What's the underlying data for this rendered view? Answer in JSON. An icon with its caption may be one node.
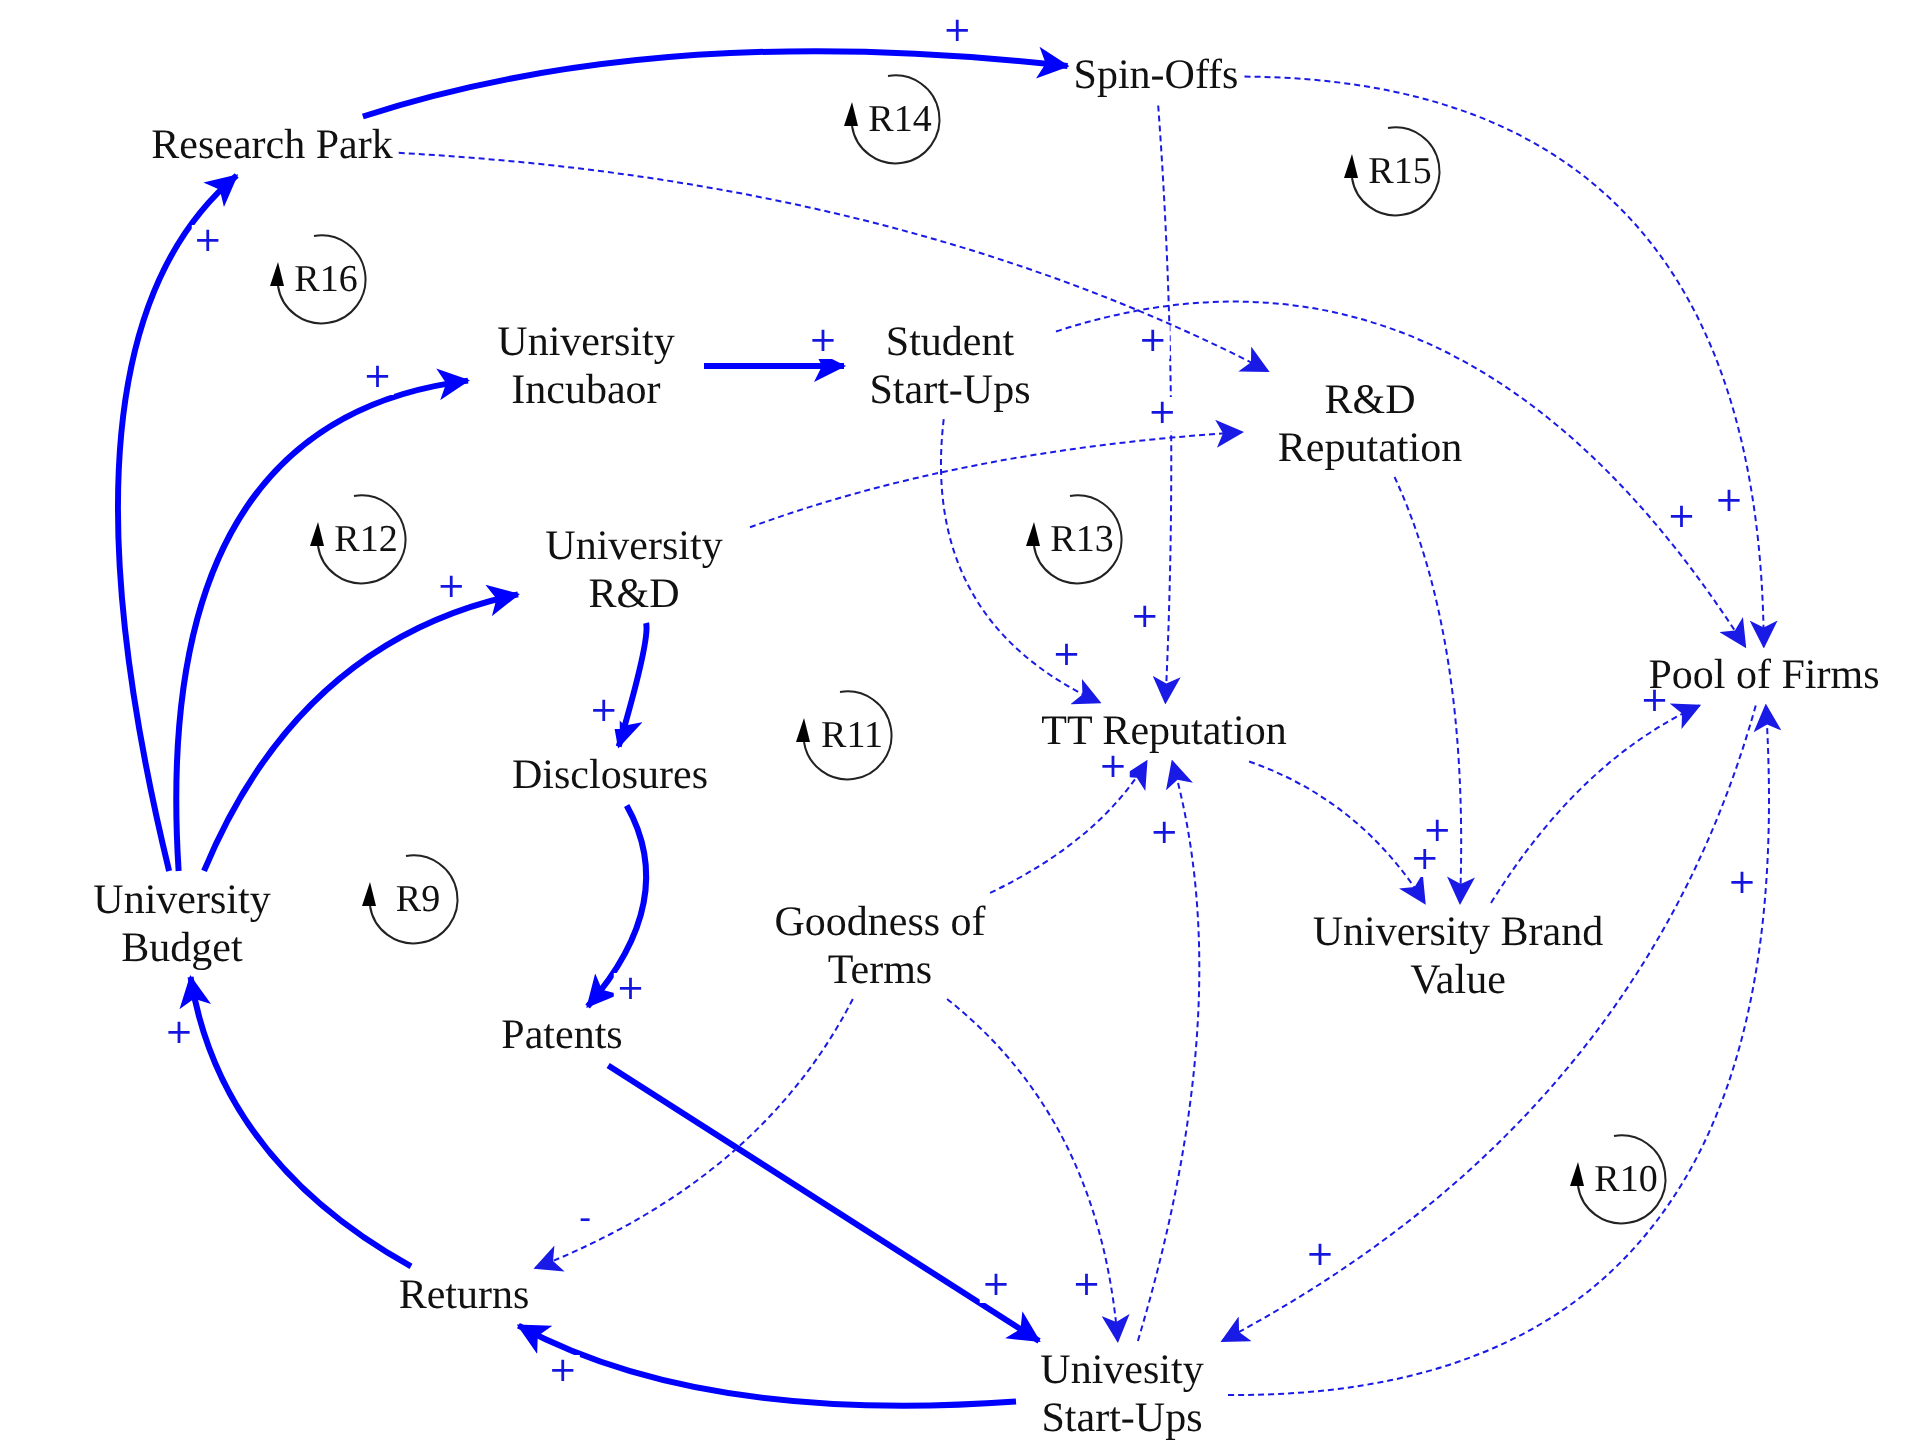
{
  "diagram": {
    "nodes": [
      {
        "text": [
          "Research Park"
        ]
      },
      {
        "text": [
          "Spin-Offs"
        ]
      },
      {
        "text": [
          "University Incubaor"
        ]
      },
      {
        "text": [
          "Student Start-Ups"
        ]
      },
      {
        "text": [
          "R&D Reputation"
        ]
      },
      {
        "text": [
          "University R&D"
        ]
      },
      {
        "text": [
          "Pool of Firms"
        ]
      },
      {
        "text": [
          "Disclosures"
        ]
      },
      {
        "text": [
          "TT Reputation"
        ]
      },
      {
        "text": [
          "University Budget"
        ]
      },
      {
        "text": [
          "Goodness of Terms"
        ]
      },
      {
        "text": [
          "University Brand Value"
        ]
      },
      {
        "text": [
          "Patents"
        ]
      },
      {
        "text": [
          "Returns"
        ]
      },
      {
        "text": [
          "Univesity Start-Ups"
        ]
      }
    ],
    "edges": [
      {
        "from": 0,
        "to": 1,
        "arrow": "to",
        "label": "+",
        "style": "thick"
      },
      {
        "from": 0,
        "to": 4,
        "arrow": "to",
        "label": "+",
        "style": "dashed"
      },
      {
        "from": 9,
        "to": 0,
        "arrow": "to",
        "label": "+",
        "style": "thick"
      },
      {
        "from": 9,
        "to": 2,
        "arrow": "to",
        "label": "+",
        "style": "thick"
      },
      {
        "from": 9,
        "to": 5,
        "arrow": "to",
        "label": "+",
        "style": "thick"
      },
      {
        "from": 2,
        "to": 3,
        "arrow": "to",
        "label": "+",
        "style": "thick"
      },
      {
        "from": 3,
        "to": 6,
        "arrow": "to",
        "label": "+",
        "style": "dashed"
      },
      {
        "from": 1,
        "to": 6,
        "arrow": "to",
        "label": "+",
        "style": "dashed"
      },
      {
        "from": 1,
        "to": 8,
        "arrow": "to",
        "label": "+",
        "style": "dashed"
      },
      {
        "from": 3,
        "to": 8,
        "arrow": "to",
        "label": "+",
        "style": "dashed"
      },
      {
        "from": 5,
        "to": 4,
        "arrow": "to",
        "label": "+",
        "style": "dashed"
      },
      {
        "from": 5,
        "to": 7,
        "arrow": "to",
        "label": "+",
        "style": "thick"
      },
      {
        "from": 7,
        "to": 12,
        "arrow": "to",
        "label": "+",
        "style": "thick"
      },
      {
        "from": 12,
        "to": 14,
        "arrow": "to",
        "label": "+",
        "style": "thick"
      },
      {
        "from": 14,
        "to": 13,
        "arrow": "to",
        "label": "+",
        "style": "thick"
      },
      {
        "from": 13,
        "to": 9,
        "arrow": "to",
        "label": "+",
        "style": "thick"
      },
      {
        "from": 10,
        "to": 13,
        "arrow": "to",
        "label": "-",
        "style": "dashed"
      },
      {
        "from": 10,
        "to": 8,
        "arrow": "to",
        "label": "+",
        "style": "dashed"
      },
      {
        "from": 10,
        "to": 14,
        "arrow": "to",
        "label": "+",
        "style": "dashed"
      },
      {
        "from": 14,
        "to": 8,
        "arrow": "to",
        "label": "+",
        "style": "dashed"
      },
      {
        "from": 8,
        "to": 11,
        "arrow": "to",
        "label": "+",
        "style": "dashed"
      },
      {
        "from": 4,
        "to": 11,
        "arrow": "to",
        "label": "+",
        "style": "dashed"
      },
      {
        "from": 11,
        "to": 6,
        "arrow": "to",
        "label": "+",
        "style": "dashed"
      },
      {
        "from": 6,
        "to": 14,
        "arrow": "to",
        "label": "+",
        "style": "dashed"
      },
      {
        "from": 14,
        "to": 6,
        "arrow": "to",
        "label": "+",
        "style": "dashed"
      }
    ],
    "labels": [
      "R14",
      "R15",
      "R16",
      "R12",
      "R13",
      "R11",
      "R9",
      "R10"
    ]
  }
}
